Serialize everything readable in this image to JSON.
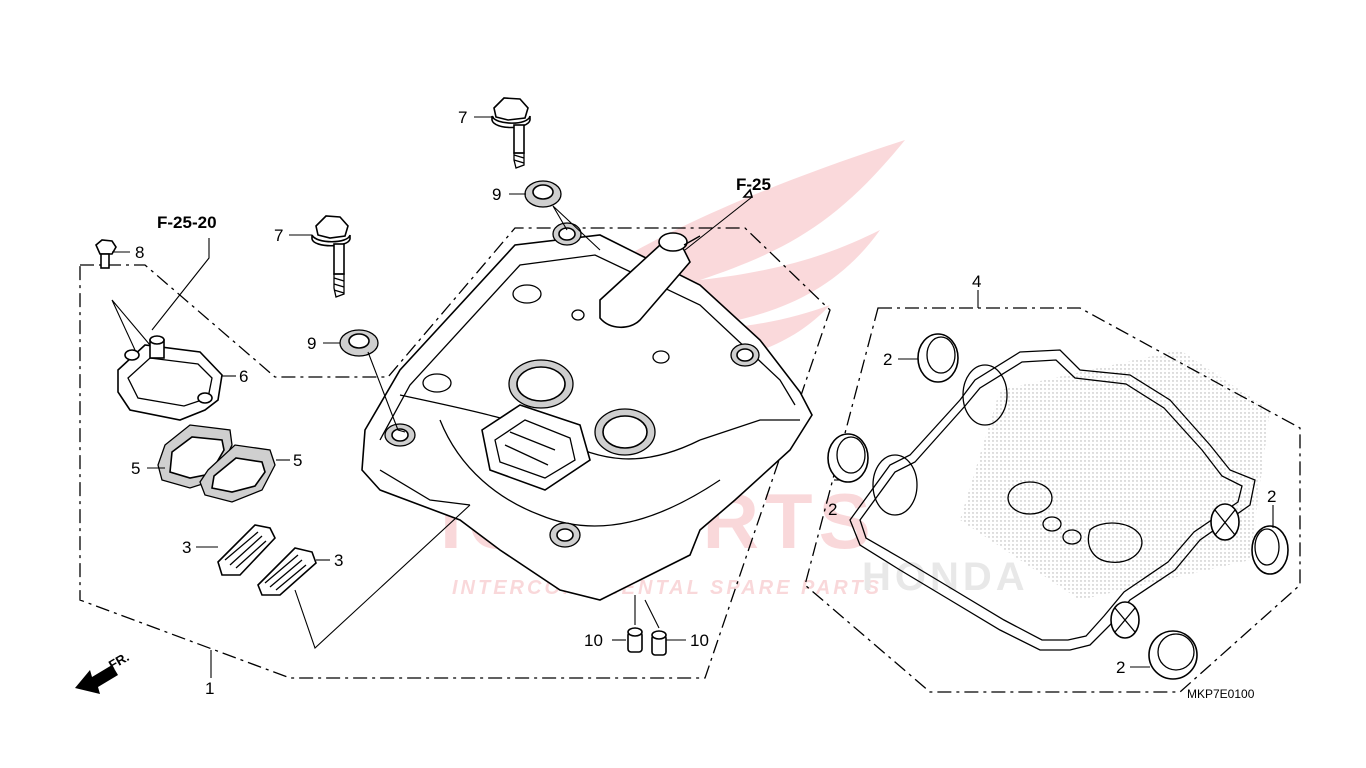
{
  "diagram": {
    "part_labels": {
      "p1": "1",
      "p2_top": "2",
      "p2_left": "2",
      "p2_right": "2",
      "p2_bottom": "2",
      "p3_left": "3",
      "p3_right": "3",
      "p4": "4",
      "p5_left": "5",
      "p5_right": "5",
      "p6": "6",
      "p7_top": "7",
      "p7_left": "7",
      "p8": "8",
      "p9_top": "9",
      "p9_left": "9",
      "p10_left": "10",
      "p10_right": "10"
    },
    "references": {
      "breather_ref": "F-25-20",
      "hose_ref": "F-25"
    },
    "direction_label": "FR.",
    "diagram_code": "MKP7E0100",
    "watermark": {
      "brand": "ICSPARTS",
      "tagline": "INTERCONTINENTAL SPARE PARTS",
      "maker": "HONDA",
      "color": "#e8505b"
    }
  }
}
